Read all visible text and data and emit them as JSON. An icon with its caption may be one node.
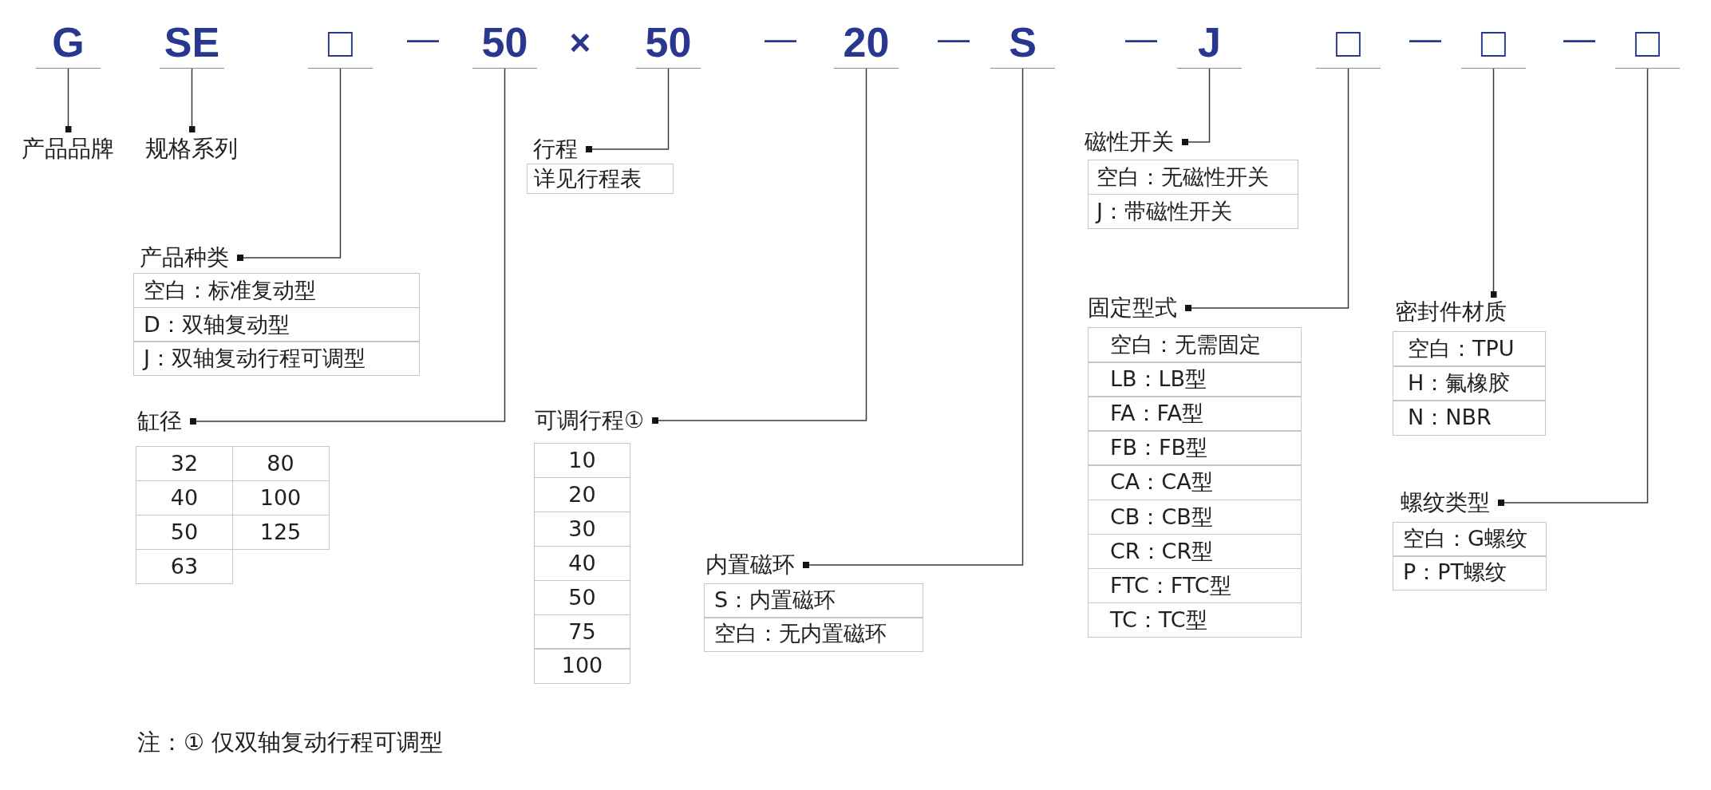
{
  "diagram": {
    "nodes": [
      {
        "text": [
          "G"
        ]
      },
      {
        "text": [
          "SE"
        ]
      },
      {
        "text": [
          "□"
        ]
      },
      {
        "text": [
          "50"
        ]
      },
      {
        "text": [
          "50"
        ]
      },
      {
        "text": [
          "20"
        ]
      },
      {
        "text": [
          "S"
        ]
      },
      {
        "text": [
          "J"
        ]
      },
      {
        "text": [
          "□"
        ]
      },
      {
        "text": [
          "□"
        ]
      },
      {
        "text": [
          "□"
        ]
      },
      {
        "text": [
          "产品品牌"
        ]
      },
      {
        "text": [
          "规格系列"
        ]
      },
      {
        "text": [
          "行程",
          "详见行程表"
        ]
      },
      {
        "text": [
          "磁性开关"
        ]
      },
      {
        "text": [
          "空白：无磁性开关"
        ],
        "in": 14
      },
      {
        "text": [
          "J：带磁性开关"
        ],
        "in": 14
      },
      {
        "text": [
          "产品种类"
        ]
      },
      {
        "text": [
          "空白：标准复动型"
        ],
        "in": 17
      },
      {
        "text": [
          "D：双轴复动型"
        ],
        "in": 17
      },
      {
        "text": [
          "J：双轴复动行程可调型"
        ],
        "in": 17
      },
      {
        "text": [
          "缸径"
        ]
      },
      {
        "text": [
          "32"
        ],
        "in": 21
      },
      {
        "text": [
          "80"
        ],
        "in": 21
      },
      {
        "text": [
          "40"
        ],
        "in": 21
      },
      {
        "text": [
          "100"
        ],
        "in": 21
      },
      {
        "text": [
          "50"
        ],
        "in": 21
      },
      {
        "text": [
          "125"
        ],
        "in": 21
      },
      {
        "text": [
          "63"
        ],
        "in": 21
      },
      {
        "text": [
          "可调行程①"
        ]
      },
      {
        "text": [
          "10"
        ],
        "in": 29
      },
      {
        "text": [
          "20"
        ],
        "in": 29
      },
      {
        "text": [
          "30"
        ],
        "in": 29
      },
      {
        "text": [
          "40"
        ],
        "in": 29
      },
      {
        "text": [
          "50"
        ],
        "in": 29
      },
      {
        "text": [
          "75"
        ],
        "in": 29
      },
      {
        "text": [
          "100"
        ],
        "in": 29
      },
      {
        "text": [
          "固定型式"
        ]
      },
      {
        "text": [
          "空白：无需固定"
        ],
        "in": 37
      },
      {
        "text": [
          "LB：LB型"
        ],
        "in": 37
      },
      {
        "text": [
          "FA：FA型"
        ],
        "in": 37
      },
      {
        "text": [
          "FB：FB型"
        ],
        "in": 37
      },
      {
        "text": [
          "CA：CA型"
        ],
        "in": 37
      },
      {
        "text": [
          "CB：CB型"
        ],
        "in": 37
      },
      {
        "text": [
          "CR：CR型"
        ],
        "in": 37
      },
      {
        "text": [
          "FTC：FTC型"
        ],
        "in": 37
      },
      {
        "text": [
          "TC：TC型"
        ],
        "in": 37
      },
      {
        "text": [
          "密封件材质"
        ]
      },
      {
        "text": [
          "空白：TPU"
        ],
        "in": 47
      },
      {
        "text": [
          "H：氟橡胶"
        ],
        "in": 47
      },
      {
        "text": [
          "N：NBR"
        ],
        "in": 47
      },
      {
        "text": [
          "内置磁环"
        ]
      },
      {
        "text": [
          "S：内置磁环"
        ],
        "in": 51
      },
      {
        "text": [
          "空白：无内置磁环"
        ],
        "in": 51
      },
      {
        "text": [
          "螺纹类型"
        ]
      },
      {
        "text": [
          "空白：G螺纹"
        ],
        "in": 54
      },
      {
        "text": [
          "P：PT螺纹"
        ],
        "in": 54
      }
    ],
    "edges": [
      {
        "from": 0,
        "to": 11,
        "arrow": "other"
      },
      {
        "from": 1,
        "to": 12,
        "arrow": "other"
      },
      {
        "from": 2,
        "to": 17,
        "arrow": "other"
      },
      {
        "from": 3,
        "to": 21,
        "arrow": "other"
      },
      {
        "from": 4,
        "to": 13,
        "arrow": "other"
      },
      {
        "from": 5,
        "to": 29,
        "arrow": "other"
      },
      {
        "from": 6,
        "to": 51,
        "arrow": "other"
      },
      {
        "from": 7,
        "to": 14,
        "arrow": "other"
      },
      {
        "from": 8,
        "to": 37,
        "arrow": "other"
      },
      {
        "from": 9,
        "to": 47,
        "arrow": "other"
      },
      {
        "from": 10,
        "to": 54,
        "arrow": "other"
      }
    ],
    "labels": [
      "—",
      "×",
      "—",
      "—",
      "—",
      "—",
      "—",
      "注：① 仅双轴复动行程可调型"
    ]
  }
}
